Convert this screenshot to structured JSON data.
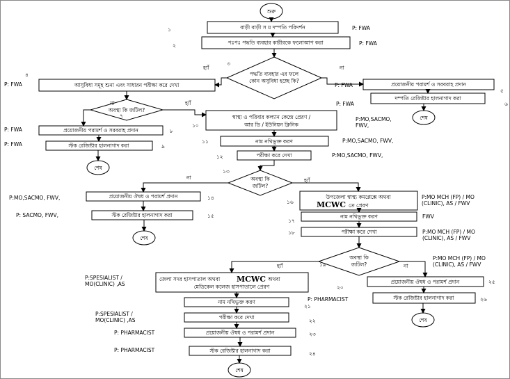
{
  "start": "শুরু",
  "end": "শেষ",
  "yes": "হ্যাঁ",
  "no": "না",
  "steps": {
    "s1": {
      "num": "১",
      "text": "বাড়ী বাড়ী স ম দম্পতি পরিদর্শন",
      "role": "P: FWA"
    },
    "s2": {
      "num": "২",
      "text": "পঃপঃ পদ্ধতি ব্যবহার কারীরকে ফলোআপ করা",
      "role": "P: FWA"
    },
    "s3": {
      "num": "৩",
      "line1": "পদ্ধতি ব্যবহার এর ফলে",
      "line2": "কোন অসুবিধা হচ্ছে কি?"
    },
    "s4": {
      "num": "৪",
      "text": "আসুবিধা সমূহ শুনা এবং সাধারন পরীক্ষা করে দেখা",
      "role": "P: FWA"
    },
    "s5": {
      "num": "৫",
      "text": "প্রয়োজনীয় পরামর্শ ও সরবরাহ প্রদান",
      "role": "P: FWA"
    },
    "s6": {
      "num": "৬",
      "text": "দম্পতি রেজিষ্টার হালনাগাদ করা",
      "role": "P: FWA"
    },
    "s7": {
      "num": "৭",
      "text": "অবস্থা কি জটিল?"
    },
    "s8": {
      "num": "৮",
      "text": "প্রয়োজনীয় পরামর্শ ও সরবরাহ প্রদান",
      "role": "P: FWA"
    },
    "s9": {
      "num": "৯",
      "text": "স্টক রেজিষ্টার হালনাগাদ করা",
      "role": "P: FWA"
    },
    "s10": {
      "num": "১০",
      "line1": "স্বাস্থ্য ও পরিবার কল্যান কেন্দ্রে প্রেরণ /",
      "line2": "আর ডি / ইউনিয়ন ক্লিনিক",
      "role1": "P:MO,SACMO,",
      "role2": "FWV,"
    },
    "s11": {
      "num": "১১",
      "text": "নাম নথিভুক্ত করণ",
      "role": "P:MO,SACMO, FWV,"
    },
    "s12": {
      "num": "১২",
      "text": "পরীক্ষা করে দেখা",
      "role": "P:MO,SACMO, FWV,"
    },
    "s13": {
      "num": "১৩",
      "line1": "অবস্থা কি",
      "line2": "জটিল?"
    },
    "s14": {
      "num": "১৪",
      "text": "প্রয়োজনীয় ঔষধ ও পরামর্শ প্রদান",
      "role": "P:MO,SACMO, FWV,"
    },
    "s15": {
      "num": "১৫",
      "text": "স্টক রেজিষ্টার হালনাগাদ করা",
      "role": "P: SACMO, FWV,"
    },
    "s16": {
      "num": "১৬",
      "line1": "উপজেলা স্বাস্থ্য কমপ্লেক্সে অথবা",
      "line2a": "MCWC",
      "line2b": "তে প্রেরণ",
      "role1": "P:MO MCH (FP) / MO",
      "role2": "(CLINIC), AS / FWV"
    },
    "s17": {
      "num": "১৭",
      "text": "নাম নথিভুক্ত করণ",
      "role": "FWV"
    },
    "s18": {
      "num": "১৮",
      "text": "পরীক্ষা করে দেখা",
      "role1": "P:MO MCH (FP) / MO",
      "role2": "(CLINIC), AS / FWV"
    },
    "s19": {
      "num": "১৯",
      "line1": "অবস্থা কি",
      "line2": "জটিল?",
      "role1": "P:MO MCH (FP) / MO",
      "role2": "(CLINIC), AS / FWV"
    },
    "s20": {
      "num": "২০",
      "line1a": "জেলা সদর হাসপাতাল অথবা",
      "line1b": "MCWC",
      "line1c": "অথবা",
      "line2": "মেডিকেল কলেজ হাসপাতালে প্রেরণ",
      "role1": "P:SPESIALIST /",
      "role2": "MO(CLINIC) ,AS"
    },
    "s21": {
      "num": "২১",
      "text": "নাম নথিভুক্ত করণ",
      "role": "P: PHARMACIST"
    },
    "s22": {
      "num": "২২",
      "text": "পরীক্ষা করে দেখা",
      "role1": "P:SPESIALIST /",
      "role2": "MO(CLINIC) ,AS"
    },
    "s23": {
      "num": "২৩",
      "text": "প্রয়োজনীয় ঔষধ ও পরামর্শ প্রদান",
      "role": "P: PHARMACIST"
    },
    "s24": {
      "num": "২৪",
      "text": "স্টক রেজিষ্টার হালনাগাদ করা",
      "role": "P: PHARMACIST"
    },
    "s25": {
      "num": "২৫",
      "text": "প্রয়োজনীয় ঔষধ ও পরামর্শ প্রদান"
    },
    "s26": {
      "num": "২৬",
      "text": "স্টক রেজিষ্টার হালনাগাদ করা"
    }
  }
}
